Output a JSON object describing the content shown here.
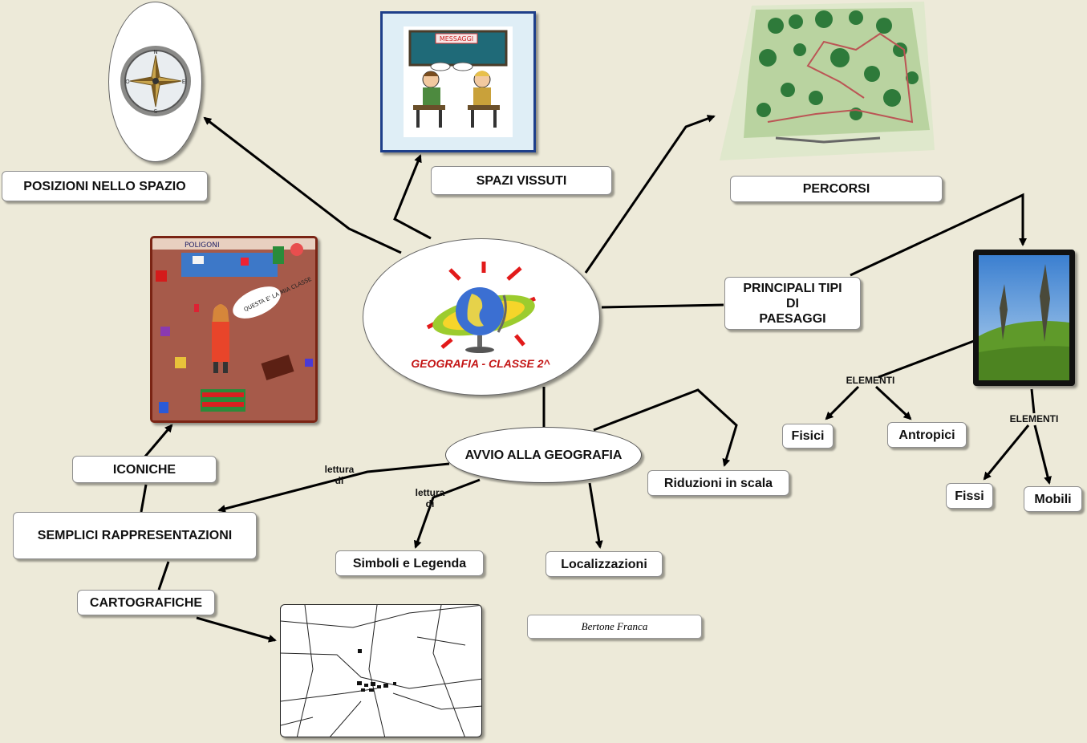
{
  "center": {
    "title": "GEOGRAFIA - CLASSE 2^",
    "icon": "globe-icon"
  },
  "nodes": {
    "posizioni": "POSIZIONI NELLO SPAZIO",
    "spazi": "SPAZI VISSUTI",
    "percorsi": "PERCORSI",
    "paesaggi": "PRINCIPALI TIPI\nDI\nPAESAGGI",
    "avvio": "AVVIO ALLA GEOGRAFIA",
    "iconiche": "ICONICHE",
    "semplici": "SEMPLICI RAPPRESENTAZIONI",
    "cartografiche": "CARTOGRAFICHE",
    "simboli": "Simboli e Legenda",
    "localizzazioni": "Localizzazioni",
    "riduzioni": "Riduzioni in scala",
    "fisici": "Fisici",
    "antropici": "Antropici",
    "fissi": "Fissi",
    "mobili": "Mobili"
  },
  "link_labels": {
    "elementi_1": "ELEMENTI",
    "elementi_2": "ELEMENTI",
    "lettura_1": "lettura\ndi",
    "lettura_2": "lettura\ndi"
  },
  "author": "Bertone Franca",
  "images": {
    "compass": "compass-icon",
    "messaggi_label": "MESSAGGI",
    "child_drawing_text": "QUESTA E' LA MIA CLASSE",
    "drawing_header": "POLIGONI"
  }
}
